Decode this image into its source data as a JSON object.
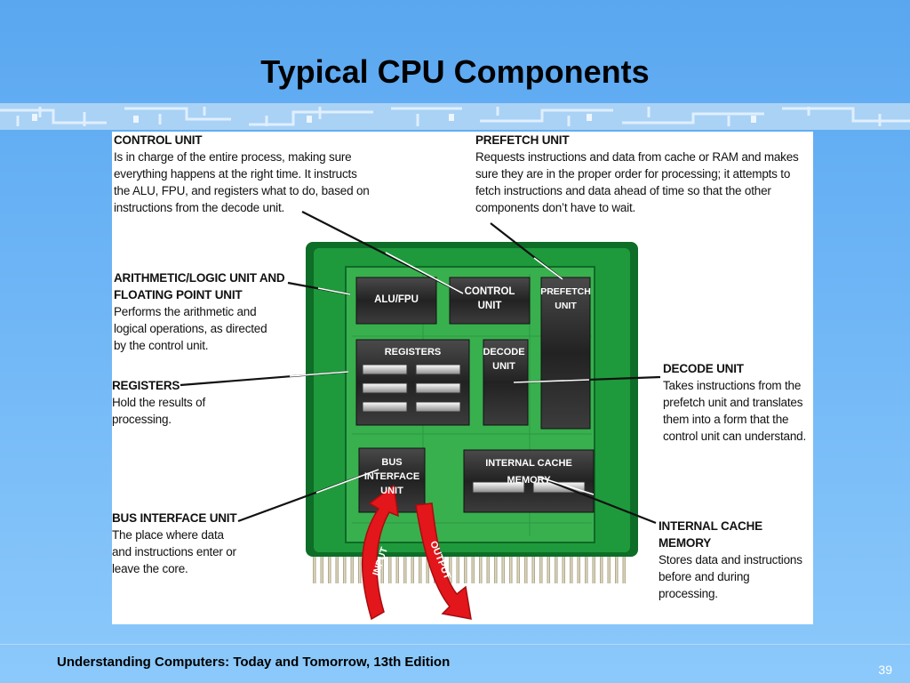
{
  "slide": {
    "title": "Typical CPU Components",
    "footer": "Understanding Computers: Today and Tomorrow, 13th Edition",
    "page_number": "39"
  },
  "colors": {
    "board_green": "#1e9a3c",
    "board_dark": "#0e6d27",
    "chip_dark": "#2a2a2a",
    "arrow_red": "#e3161b",
    "pin_color": "#c9c2a8"
  },
  "callouts": {
    "control_unit": {
      "title": "CONTROL UNIT",
      "lines": [
        "Is in charge of the entire process, making sure",
        "everything happens at the right time. It instructs",
        "the ALU, FPU, and registers what to do, based on",
        "instructions from the decode unit."
      ]
    },
    "prefetch_unit": {
      "title": "PREFETCH UNIT",
      "lines": [
        "Requests instructions and data from cache or RAM and makes",
        "sure they are in the proper order for processing; it attempts to",
        "fetch instructions and data ahead of time so that the other",
        "components don’t have to wait."
      ]
    },
    "alu_fpu": {
      "title_lines": [
        "ARITHMETIC/LOGIC UNIT AND",
        "FLOATING POINT UNIT"
      ],
      "lines": [
        "Performs the arithmetic and",
        "logical operations, as directed",
        "by the control unit."
      ]
    },
    "registers": {
      "title": "REGISTERS",
      "lines": [
        "Hold the results of",
        "processing."
      ]
    },
    "decode_unit": {
      "title": "DECODE UNIT",
      "lines": [
        "Takes instructions from the",
        "prefetch unit and translates",
        "them into a form that the",
        "control unit can understand."
      ]
    },
    "bus_interface_unit": {
      "title": "BUS INTERFACE UNIT",
      "lines": [
        "The place where data",
        "and instructions enter or",
        "leave the core."
      ]
    },
    "internal_cache_memory": {
      "title": "INTERNAL CACHE MEMORY",
      "lines": [
        "Stores data and instructions",
        "before and during",
        "processing."
      ]
    }
  },
  "chips": {
    "alu_fpu": "ALU/FPU",
    "control_unit": [
      "CONTROL",
      "UNIT"
    ],
    "prefetch_unit": [
      "PREFETCH",
      "UNIT"
    ],
    "registers": "REGISTERS",
    "decode_unit": [
      "DECODE",
      "UNIT"
    ],
    "bus_interface_unit": [
      "BUS",
      "INTERFACE",
      "UNIT"
    ],
    "internal_cache": [
      "INTERNAL CACHE",
      "MEMORY"
    ]
  },
  "arrows": {
    "input": "INPUT",
    "output": "OUTPUT"
  }
}
